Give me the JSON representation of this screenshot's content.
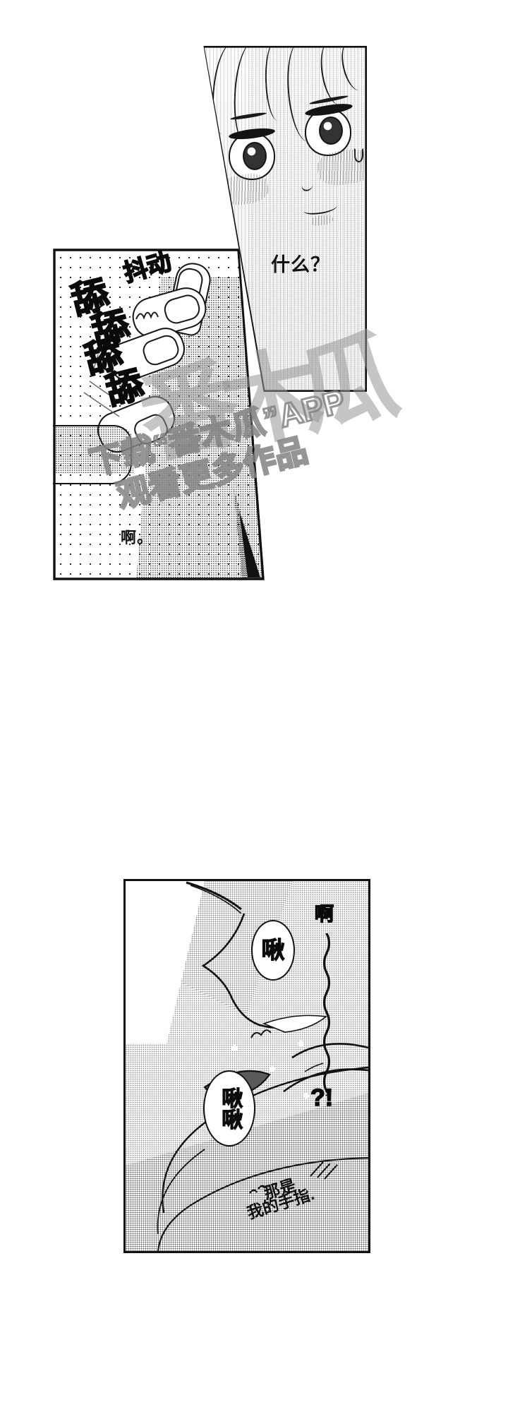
{
  "document": {
    "type": "manga-page",
    "language": "zh-CN",
    "page_background": "#ffffff",
    "ink_color": "#111111",
    "watermark_color": "#8a8a8a"
  },
  "panels": [
    {
      "id": "panel-1",
      "shape": "trapezoid",
      "description": "close-up of a face, wide startled eyes, blushing cheeks, vertical speed-line tone",
      "dialogue": [
        {
          "id": "p1-line-1",
          "text": "什么？"
        }
      ]
    },
    {
      "id": "panel-2",
      "shape": "quadrilateral",
      "description": "dotted screentone background with a hand and fingers being licked",
      "sfx": [
        {
          "id": "p2-sfx-1",
          "text": "抖动"
        },
        {
          "id": "p2-sfx-2",
          "text": "舔"
        },
        {
          "id": "p2-sfx-3",
          "text": "舔"
        },
        {
          "id": "p2-sfx-4",
          "text": "舔"
        },
        {
          "id": "p2-sfx-5",
          "text": "舔"
        }
      ],
      "dialogue": [
        {
          "id": "p2-line-1",
          "text": "啊。"
        }
      ]
    },
    {
      "id": "panel-3",
      "shape": "rectangle",
      "description": "profile close-up of a mouth licking a finger, with sweat squiggle",
      "bubbles": [
        {
          "id": "p3-bubble-1",
          "text": "啾"
        },
        {
          "id": "p3-bubble-2",
          "text": "啾啾"
        }
      ],
      "sfx": [
        {
          "id": "p3-sfx-1",
          "text": "啊"
        },
        {
          "id": "p3-sfx-2",
          "text": "?!"
        }
      ],
      "handwritten": [
        {
          "id": "p3-hand-1",
          "text": "那是"
        },
        {
          "id": "p3-hand-2",
          "text": "我的手指."
        }
      ]
    }
  ],
  "watermark": {
    "line1": "下载“番木瓜”APP",
    "line2": "观看更多作品",
    "logo_glyphs": [
      "番",
      "木",
      "瓜"
    ]
  }
}
